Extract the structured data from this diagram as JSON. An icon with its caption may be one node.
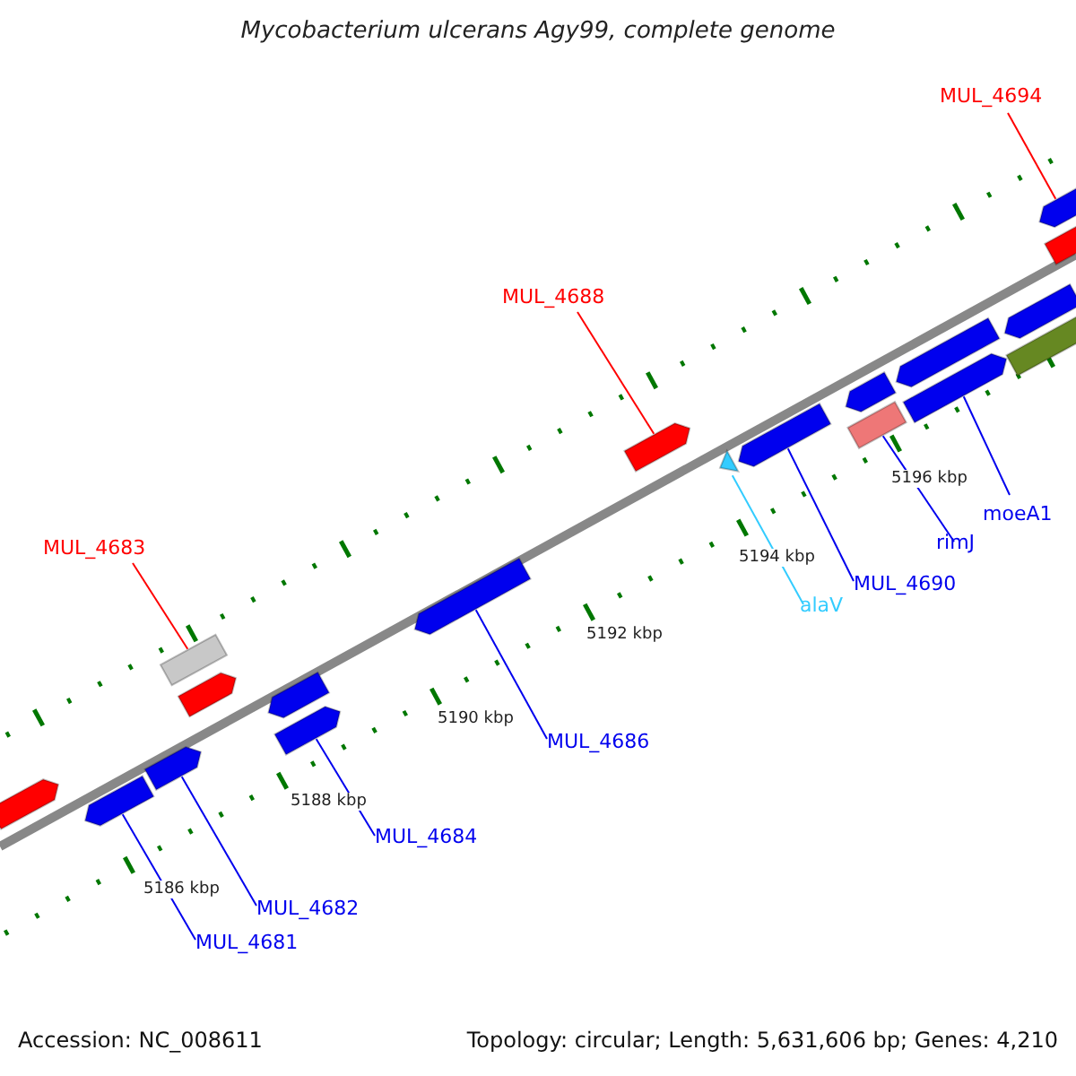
{
  "diagram": {
    "title": "Mycobacterium ulcerans Agy99, complete genome",
    "nodes": [
      {
        "text": [],
        "shape": "bar"
      },
      {
        "text": [],
        "shape": "bar"
      },
      {
        "text": [],
        "shape": "bar"
      },
      {
        "text": [],
        "shape": "bar"
      },
      {
        "text": [],
        "shape": "bar"
      },
      {
        "text": [],
        "shape": "bar"
      },
      {
        "text": [],
        "shape": "bar"
      },
      {
        "text": [],
        "shape": "bar"
      },
      {
        "text": [],
        "shape": "bar"
      },
      {
        "text": [],
        "shape": "bar"
      },
      {
        "text": [],
        "shape": "bar"
      },
      {
        "text": [],
        "shape": "bar"
      },
      {
        "text": [],
        "shape": "bar"
      },
      {
        "text": [],
        "shape": "bar"
      },
      {
        "text": [],
        "shape": "bar"
      },
      {
        "text": [],
        "shape": "bar"
      },
      {
        "text": [],
        "shape": "bar"
      },
      {
        "text": [],
        "shape": "bar"
      },
      {
        "text": [],
        "shape": "bar"
      },
      {
        "text": [
          "MUL_4694"
        ]
      },
      {
        "text": [
          "MUL_4688"
        ]
      },
      {
        "text": [
          "MUL_4683"
        ]
      },
      {
        "text": [
          "moeA1"
        ]
      },
      {
        "text": [
          "rimJ"
        ]
      },
      {
        "text": [
          "alaV"
        ]
      },
      {
        "text": [
          "MUL_4690"
        ]
      },
      {
        "text": [
          "MUL_4686"
        ]
      },
      {
        "text": [
          "MUL_4684"
        ]
      },
      {
        "text": [
          "MUL_4682"
        ]
      },
      {
        "text": [
          "MUL_4681"
        ]
      }
    ],
    "edges": [
      {
        "from": 19,
        "to": 17,
        "arrow": "none",
        "color": "#ff0000"
      },
      {
        "from": 20,
        "to": 8,
        "arrow": "none",
        "color": "#ff0000"
      },
      {
        "from": 21,
        "to": 3,
        "arrow": "none",
        "color": "#ff0000"
      },
      {
        "from": 22,
        "to": 14,
        "arrow": "none"
      },
      {
        "from": 23,
        "to": 12,
        "arrow": "none"
      },
      {
        "from": 24,
        "to": 9,
        "arrow": "none",
        "color": "#33ccff"
      },
      {
        "from": 25,
        "to": 10,
        "arrow": "none"
      },
      {
        "from": 26,
        "to": 7,
        "arrow": "none"
      },
      {
        "from": 27,
        "to": 6,
        "arrow": "none"
      },
      {
        "from": 28,
        "to": 2,
        "arrow": "none"
      },
      {
        "from": 29,
        "to": 1,
        "arrow": "none"
      }
    ],
    "labels": [
      "5196 kbp",
      "5194 kbp",
      "5192 kbp",
      "5190 kbp",
      "5188 kbp",
      "5186 kbp",
      "Accession: NC_008611",
      "Topology: circular; Length: 5,631,606 bp; Genes: 4,210"
    ]
  }
}
